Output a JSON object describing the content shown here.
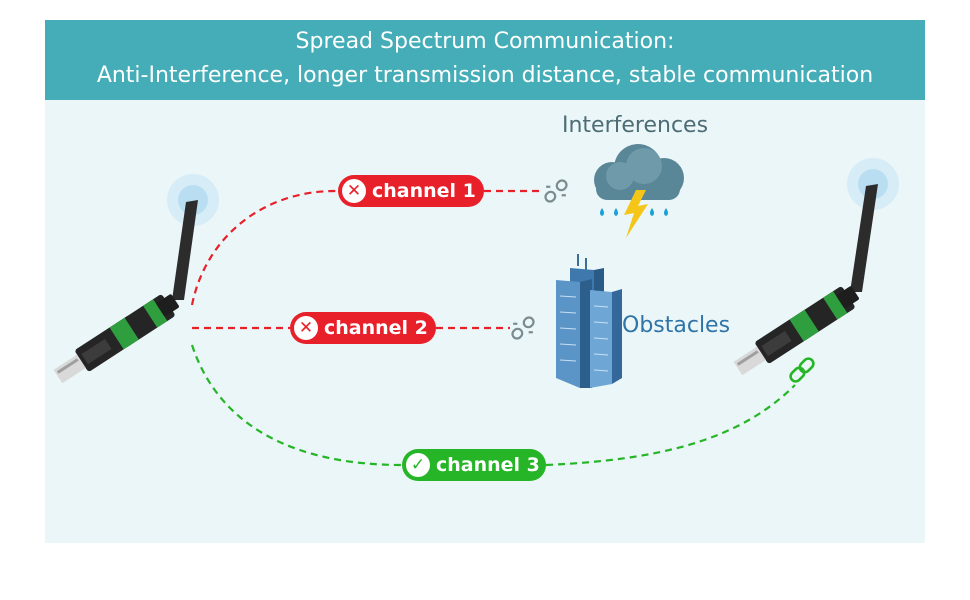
{
  "banner": {
    "title": "Spread Spectrum Communication:",
    "subtitle": "Anti-Interference, longer transmission distance, stable communication"
  },
  "labels": {
    "interferences": "Interferences",
    "obstacles": "Obstacles"
  },
  "channels": [
    {
      "label": "channel 1",
      "status": "failed",
      "status_icon": "cross-icon",
      "status_glyph": "✕",
      "link_icon": "broken-link-icon"
    },
    {
      "label": "channel 2",
      "status": "failed",
      "status_icon": "cross-icon",
      "status_glyph": "✕",
      "link_icon": "broken-link-icon"
    },
    {
      "label": "channel 3",
      "status": "ok",
      "status_icon": "check-icon",
      "status_glyph": "✓",
      "link_icon": "link-icon"
    }
  ],
  "icons": [
    "cloud-rain-lightning-icon",
    "skyscraper-icon",
    "usb-radio-adapter-icon",
    "antenna-signal-icon"
  ],
  "colors": {
    "banner": "#45adb7",
    "panel": "#ebf6f8",
    "failed": "#e8202a",
    "ok": "#25b527",
    "interference_label": "#4d6c75",
    "obstacle_label": "#2f73a7"
  }
}
